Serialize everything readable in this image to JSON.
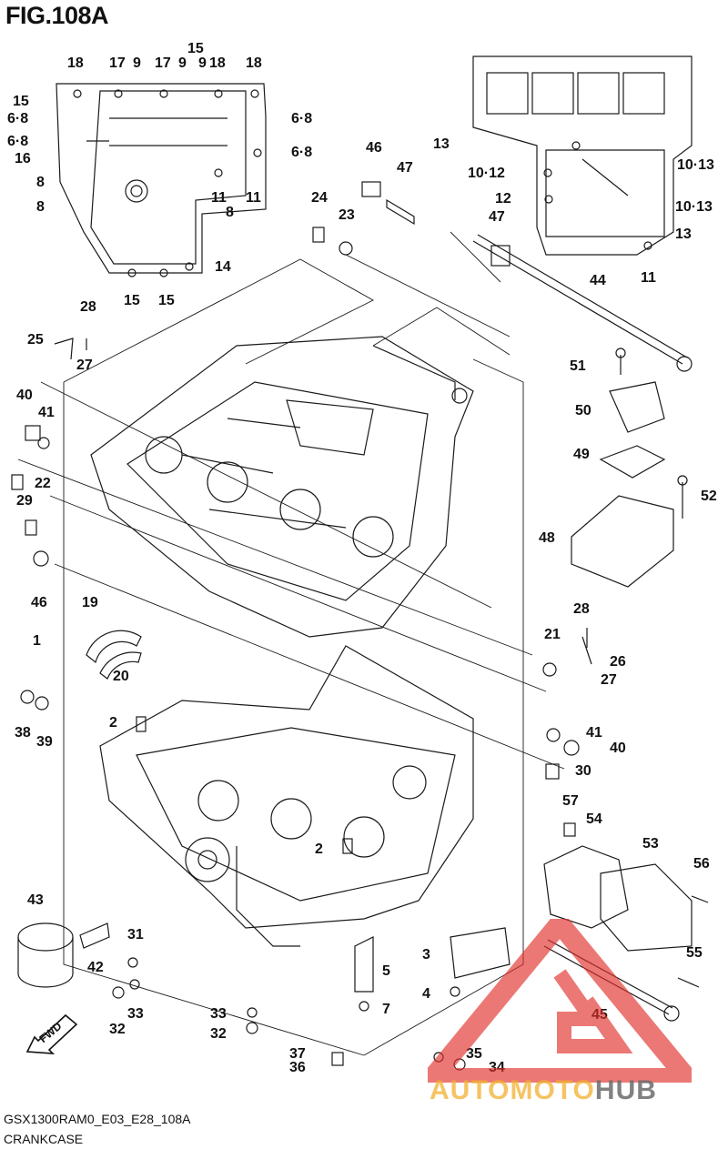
{
  "figure": {
    "title": "FIG.108A",
    "code": "GSX1300RAM0_E03_E28_108A",
    "name": "CRANKCASE",
    "direction_label": "FWD"
  },
  "watermark": {
    "part1": "AUTO",
    "part2": "MOTO",
    "part3": "HUB",
    "colors": {
      "accent": "#e2302b",
      "gold": "#f3b02f",
      "gray": "#6c6c6c"
    }
  },
  "callouts": [
    "18",
    "17",
    "9",
    "17",
    "9",
    "15",
    "9",
    "18",
    "18",
    "15",
    "6·8",
    "6·8",
    "16",
    "6·8",
    "6·8",
    "8",
    "8",
    "11",
    "8",
    "11",
    "14",
    "15",
    "15",
    "13",
    "10·12",
    "10·13",
    "12",
    "10·13",
    "13",
    "11",
    "46",
    "47",
    "24",
    "23",
    "47",
    "44",
    "28",
    "25",
    "27",
    "51",
    "50",
    "40",
    "41",
    "49",
    "22",
    "52",
    "29",
    "48",
    "46",
    "19",
    "28",
    "1",
    "21",
    "26",
    "20",
    "27",
    "2",
    "41",
    "38",
    "39",
    "40",
    "30",
    "57",
    "54",
    "53",
    "2",
    "56",
    "43",
    "31",
    "42",
    "3",
    "5",
    "55",
    "4",
    "33",
    "7",
    "32",
    "45",
    "33",
    "32",
    "37",
    "35",
    "36",
    "34"
  ]
}
